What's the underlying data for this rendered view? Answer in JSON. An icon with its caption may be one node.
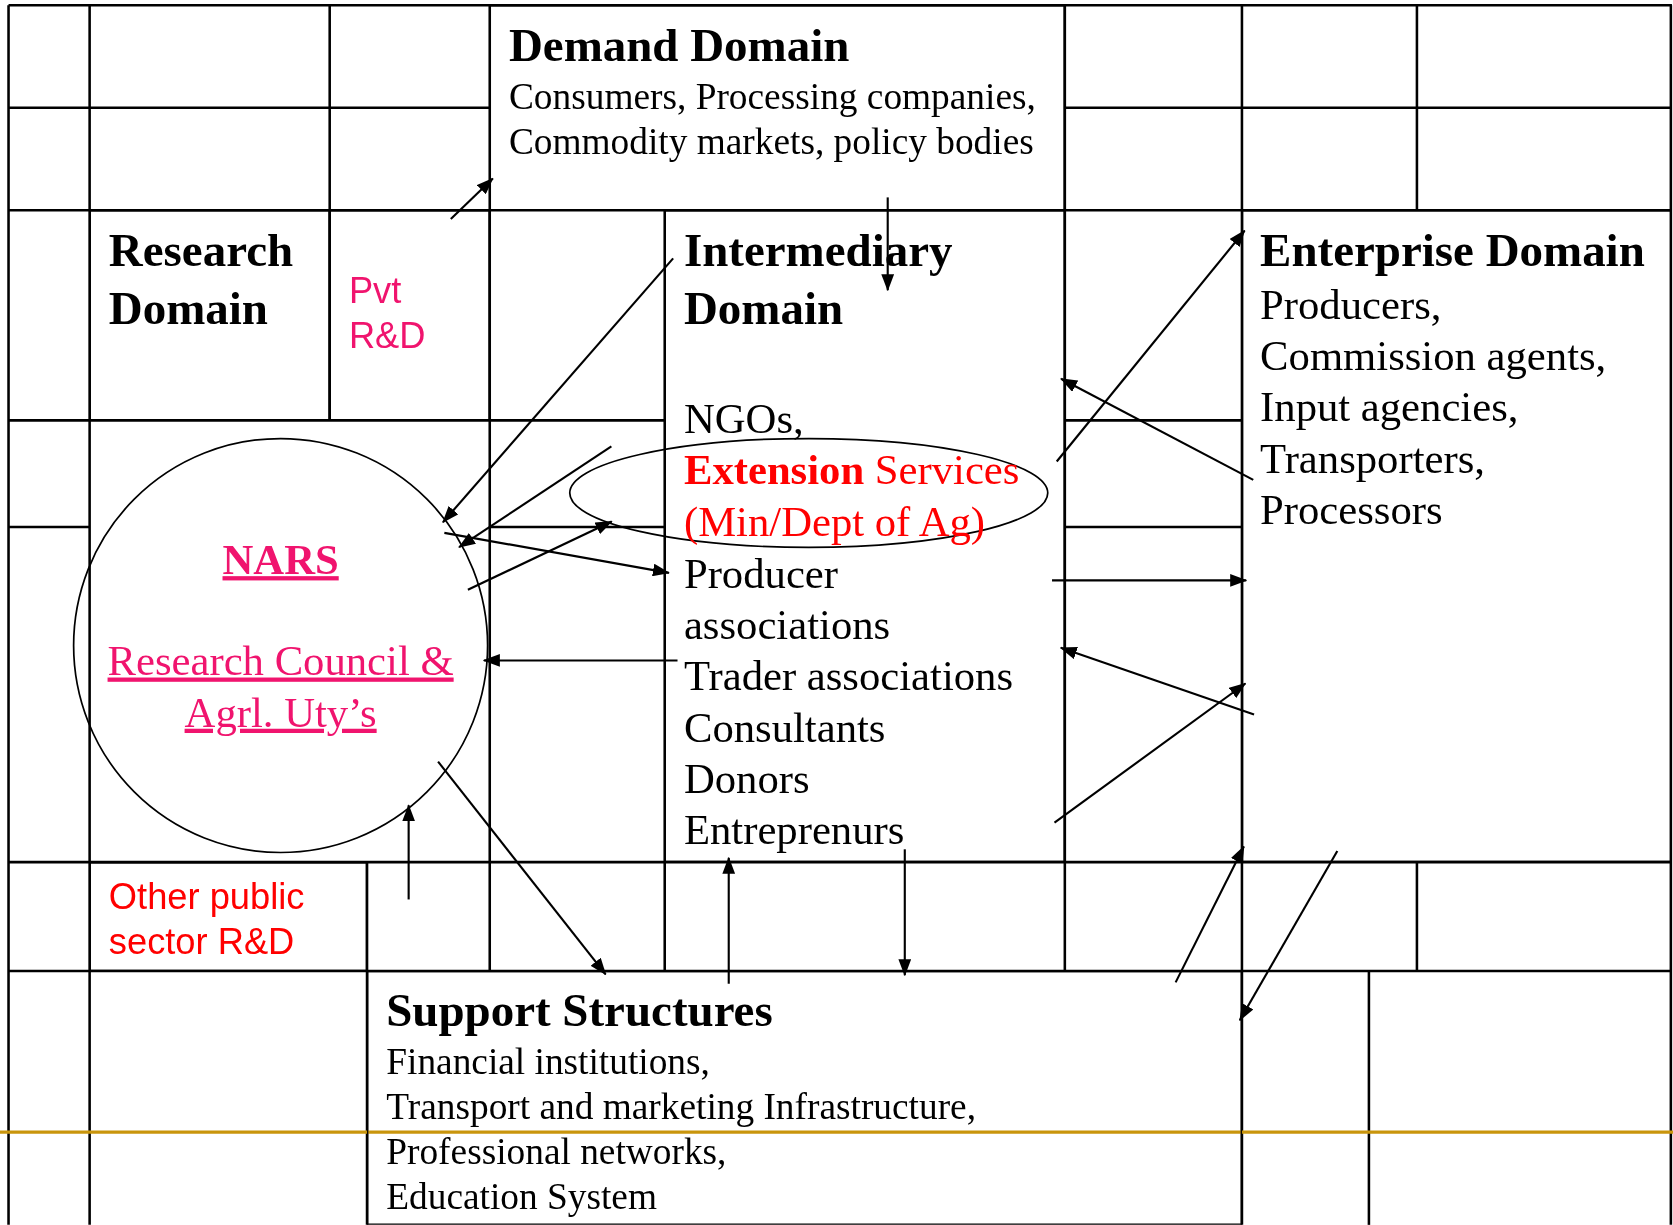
{
  "diagram": {
    "nodes": [
      {
        "text": [
          "Demand Domain",
          "Consumers, Processing companies, Commodity markets, policy bodies"
        ]
      },
      {
        "text": [
          "Research Domain"
        ]
      },
      {
        "text": [
          "Pvt R&D"
        ]
      },
      {
        "text": [
          "Intermediary Domain",
          "NGOs,",
          "Producer associations",
          "Trader associations",
          "Consultants",
          "Donors",
          "Entreprenurs"
        ]
      },
      {
        "text": [
          "**Extension** Services (Min/Dept of Ag)"
        ]
      },
      {
        "text": [
          "Enterprise Domain",
          "Producers,",
          "Commission agents,",
          "Input agencies,",
          "Transporters,",
          "Processors"
        ]
      },
      {
        "text": [
          "NARS",
          "Research Council & Agrl. Uty’s"
        ]
      },
      {
        "text": [
          "Other public sector R&D"
        ]
      },
      {
        "text": [
          "Support Structures",
          "Financial institutions,",
          "Transport and marketing Infrastructure,",
          "Professional networks,",
          "Education System"
        ]
      }
    ],
    "edges": [
      {
        "from": 2,
        "to": 0,
        "arrow": "to"
      },
      {
        "from": 3,
        "to": 6,
        "arrow": "to"
      },
      {
        "from": 4,
        "to": 6,
        "arrow": "to"
      },
      {
        "from": 6,
        "to": 4,
        "arrow": "to"
      },
      {
        "from": 6,
        "to": 3,
        "arrow": "to"
      },
      {
        "from": 3,
        "to": 6,
        "arrow": "to"
      },
      {
        "from": 6,
        "to": 8,
        "arrow": "to"
      },
      {
        "from": null,
        "to": 6,
        "arrow": "to"
      },
      {
        "from": 0,
        "to": 3,
        "arrow": "to"
      },
      {
        "from": 8,
        "to": 3,
        "arrow": "to"
      },
      {
        "from": 3,
        "to": 8,
        "arrow": "to"
      },
      {
        "from": 5,
        "to": 3,
        "arrow": "to"
      },
      {
        "from": 3,
        "to": 5,
        "arrow": "to"
      },
      {
        "from": 3,
        "to": 5,
        "arrow": "to"
      },
      {
        "from": 5,
        "to": 3,
        "arrow": "to"
      },
      {
        "from": 3,
        "to": 5,
        "arrow": "to"
      },
      {
        "from": 8,
        "to": 5,
        "arrow": "to"
      },
      {
        "from": 5,
        "to": 8,
        "arrow": "to"
      }
    ]
  }
}
